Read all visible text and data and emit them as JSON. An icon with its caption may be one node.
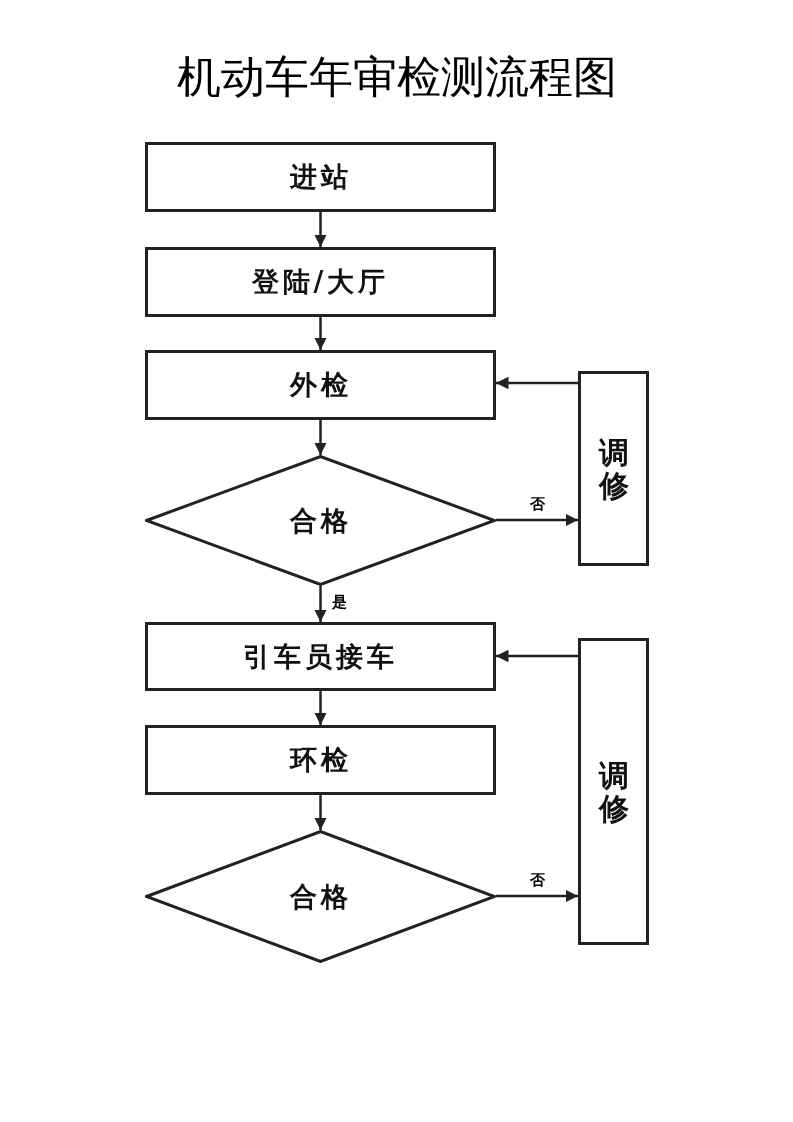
{
  "diagram": {
    "title": "机动车年审检测流程图",
    "nodes": [
      {
        "text": [
          "进站"
        ]
      },
      {
        "text": [
          "登陆/大厅"
        ]
      },
      {
        "text": [
          "外检"
        ]
      },
      {
        "text": [
          "合格"
        ]
      },
      {
        "text": [
          "调修"
        ]
      },
      {
        "text": [
          "引车员接车"
        ]
      },
      {
        "text": [
          "环检"
        ]
      },
      {
        "text": [
          "合格"
        ]
      },
      {
        "text": [
          "调修"
        ]
      }
    ],
    "edges": [
      {
        "from": 0,
        "to": 1,
        "arrow": "to"
      },
      {
        "from": 1,
        "to": 2,
        "arrow": "to"
      },
      {
        "from": 2,
        "to": 3,
        "arrow": "to"
      },
      {
        "from": 3,
        "to": 4,
        "arrow": "to",
        "label": "否"
      },
      {
        "from": 4,
        "to": 2,
        "arrow": "to"
      },
      {
        "from": 3,
        "to": 5,
        "arrow": "to",
        "label": "是"
      },
      {
        "from": 5,
        "to": 6,
        "arrow": "to"
      },
      {
        "from": 6,
        "to": 7,
        "arrow": "to"
      },
      {
        "from": 7,
        "to": 8,
        "arrow": "to",
        "label": "否"
      },
      {
        "from": 8,
        "to": 5,
        "arrow": "to"
      }
    ]
  }
}
